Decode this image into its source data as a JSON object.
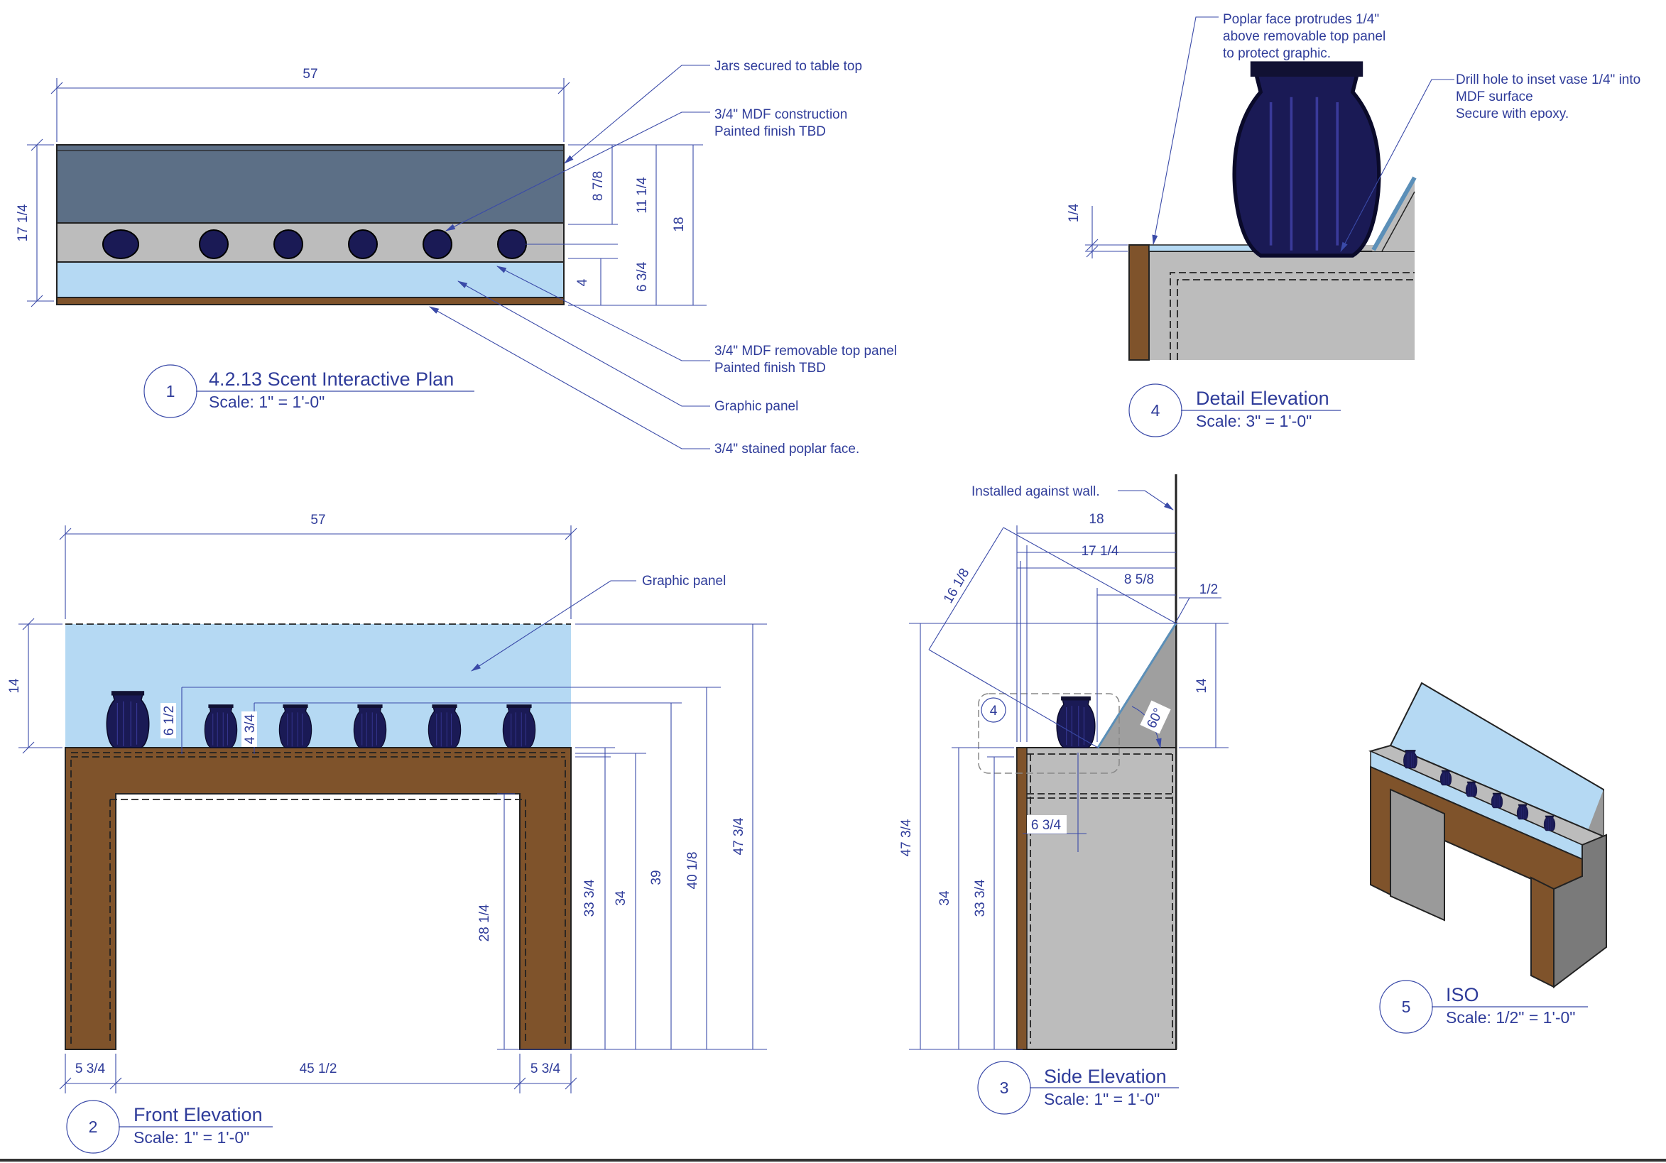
{
  "views": {
    "plan": {
      "number": "1",
      "title": "4.2.13 Scent Interactive Plan",
      "scale": "Scale: 1\" = 1'-0\""
    },
    "front": {
      "number": "2",
      "title": "Front Elevation",
      "scale": "Scale: 1\" = 1'-0\""
    },
    "side": {
      "number": "3",
      "title": "Side Elevation",
      "scale": "Scale: 1\" = 1'-0\""
    },
    "detail": {
      "number": "4",
      "title": "Detail Elevation",
      "scale": "Scale: 3\" = 1'-0\""
    },
    "iso": {
      "number": "5",
      "title": "ISO",
      "scale": "Scale: 1/2\" = 1'-0\""
    }
  },
  "plan_dims": {
    "width": "57",
    "depth": "17 1/4",
    "d1": "8 7/8",
    "d2": "11 1/4",
    "d3": "18",
    "d4": "4",
    "d5": "6 3/4"
  },
  "plan_notes": {
    "jars": "Jars secured to table top",
    "mdf1": "3/4\" MDF construction",
    "mdf2": "Painted finish TBD",
    "top1": "3/4\" MDF removable top panel",
    "top2": "Painted finish TBD",
    "graphic": "Graphic panel",
    "poplar": "3/4\" stained poplar face."
  },
  "front_dims": {
    "width": "57",
    "panel": "14",
    "d1": "6 1/2",
    "d2": "4 3/4",
    "d3": "28 1/4",
    "d4": "33 3/4",
    "d5": "34",
    "d6": "39",
    "d7": "40 1/8",
    "d8": "47 3/4",
    "leg1": "5 3/4",
    "span": "45 1/2",
    "leg2": "5 3/4"
  },
  "front_notes": {
    "graphic": "Graphic panel"
  },
  "side_dims": {
    "d18": "18",
    "d1714": "17 1/4",
    "d858": "8 5/8",
    "d12": "1/2",
    "d1618": "16 1/8",
    "d14": "14",
    "angle": "60°",
    "d634": "6 3/4",
    "h4734": "47 3/4",
    "h34": "34",
    "h3334": "33 3/4"
  },
  "side_notes": {
    "wall": "Installed against wall.",
    "callout": "4"
  },
  "detail_dims": {
    "d14": "1/4"
  },
  "detail_notes": {
    "p1": "Poplar face protrudes 1/4\"",
    "p2": "above removable top panel",
    "p3": "to protect graphic.",
    "q1": "Drill hole to inset vase 1/4\" into",
    "q2": "MDF surface",
    "q3": "Secure with epoxy."
  },
  "colors": {
    "wood": "#7f532b",
    "graphic": "#b5d9f3",
    "panel": "#5c6f86",
    "gray": "#bcbcbc",
    "jar": "#1a1a55",
    "line": "#3a4aa8"
  }
}
